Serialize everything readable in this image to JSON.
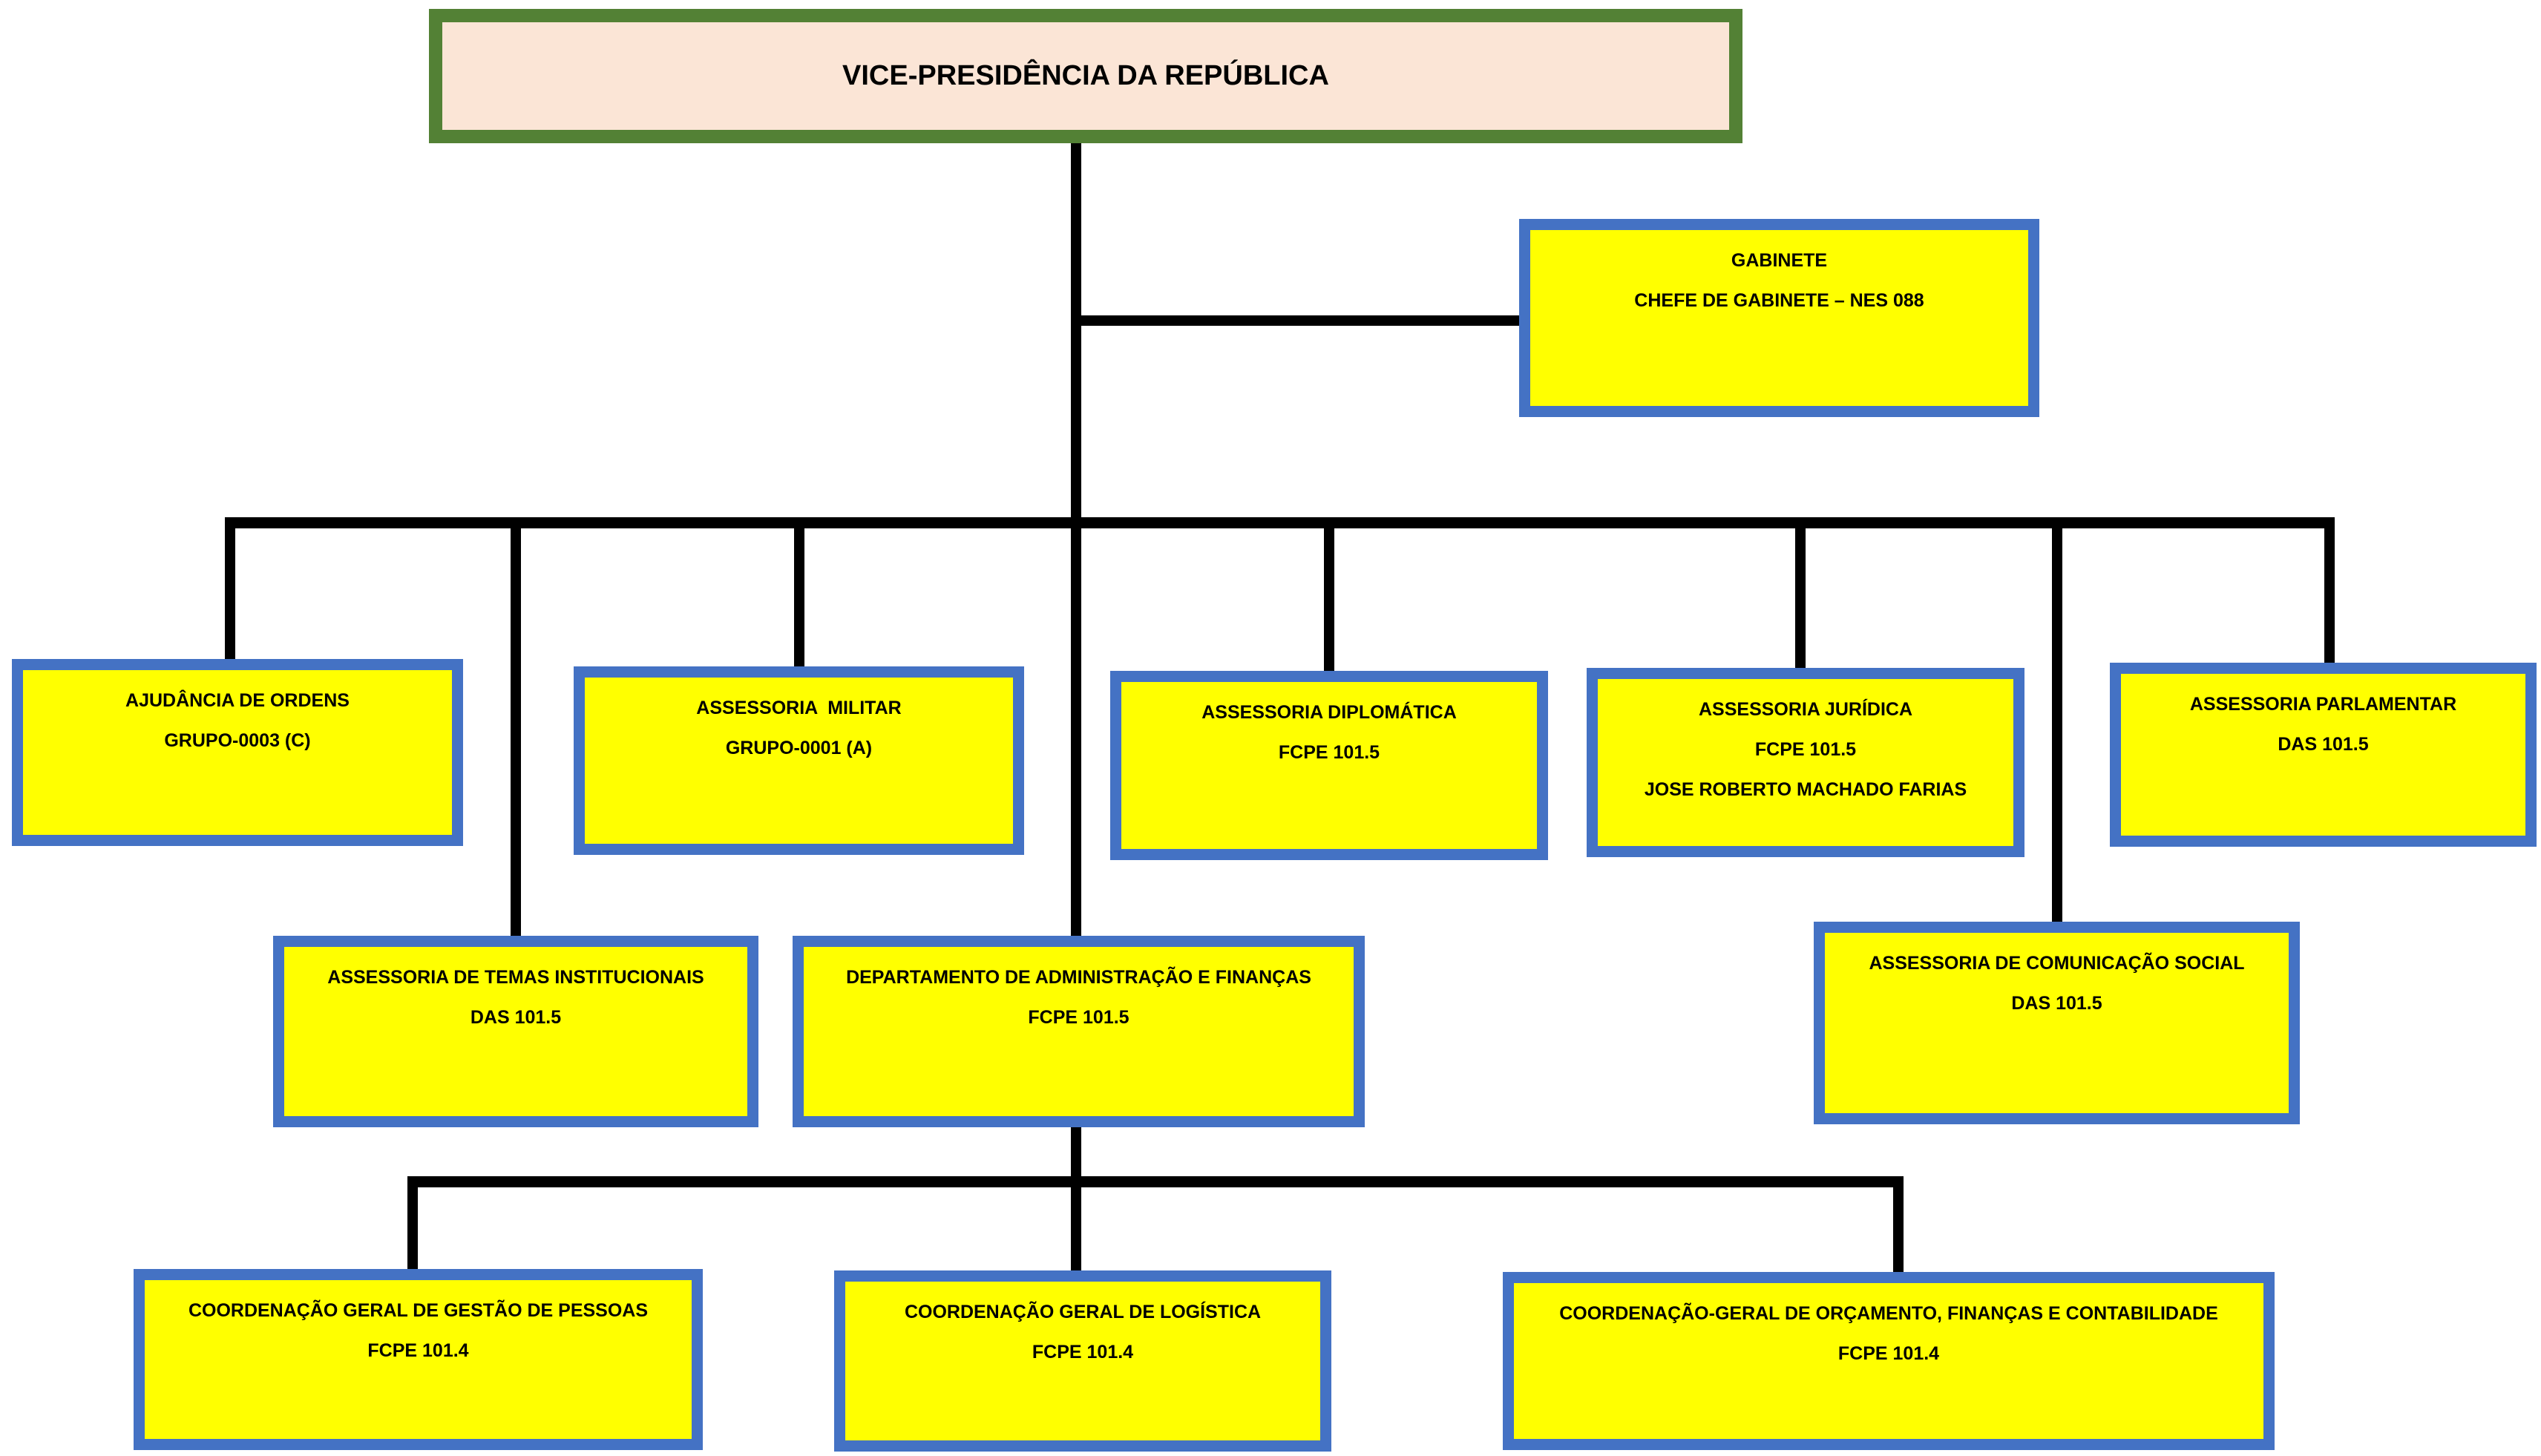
{
  "root": {
    "title": "VICE-PRESIDÊNCIA DA REPÚBLICA"
  },
  "nodes": [
    {
      "id": "gabinete",
      "reports_to": "root",
      "lines": [
        "GABINETE",
        "CHEFE DE GABINETE – NES 088"
      ]
    },
    {
      "id": "ajudancia",
      "reports_to": "root",
      "lines": [
        "AJUDÂNCIA DE ORDENS",
        "GRUPO-0003 (C)"
      ]
    },
    {
      "id": "militar",
      "reports_to": "root",
      "lines": [
        "ASSESSORIA  MILITAR",
        "GRUPO-0001 (A)"
      ]
    },
    {
      "id": "diplomatica",
      "reports_to": "root",
      "lines": [
        "ASSESSORIA DIPLOMÁTICA",
        "FCPE 101.5"
      ]
    },
    {
      "id": "juridica",
      "reports_to": "root",
      "lines": [
        "ASSESSORIA JURÍDICA",
        "FCPE 101.5",
        "JOSE ROBERTO MACHADO FARIAS"
      ]
    },
    {
      "id": "parlamentar",
      "reports_to": "root",
      "lines": [
        "ASSESSORIA PARLAMENTAR",
        "DAS 101.5"
      ]
    },
    {
      "id": "temas",
      "reports_to": "root",
      "lines": [
        "ASSESSORIA DE TEMAS INSTITUCIONAIS",
        "DAS 101.5"
      ]
    },
    {
      "id": "departamento",
      "reports_to": "root",
      "lines": [
        "DEPARTAMENTO DE ADMINISTRAÇÃO E FINANÇAS",
        "FCPE 101.5"
      ]
    },
    {
      "id": "comunicacao",
      "reports_to": "root",
      "lines": [
        "ASSESSORIA DE COMUNICAÇÃO SOCIAL",
        "DAS 101.5"
      ]
    },
    {
      "id": "pessoas",
      "reports_to": "departamento",
      "lines": [
        "COORDENAÇÃO GERAL DE GESTÃO DE PESSOAS",
        "FCPE 101.4"
      ]
    },
    {
      "id": "logistica",
      "reports_to": "departamento",
      "lines": [
        "COORDENAÇÃO GERAL DE LOGÍSTICA",
        "FCPE 101.4"
      ]
    },
    {
      "id": "orcamento",
      "reports_to": "departamento",
      "lines": [
        "COORDENAÇÃO-GERAL DE ORÇAMENTO, FINANÇAS E CONTABILIDADE",
        "FCPE 101.4"
      ]
    }
  ],
  "colors": {
    "root_border": "#538135",
    "root_fill": "#FBE5D6",
    "node_border": "#4472C4",
    "node_fill": "#FFFF00",
    "connector": "#000000",
    "text": "#000000"
  }
}
